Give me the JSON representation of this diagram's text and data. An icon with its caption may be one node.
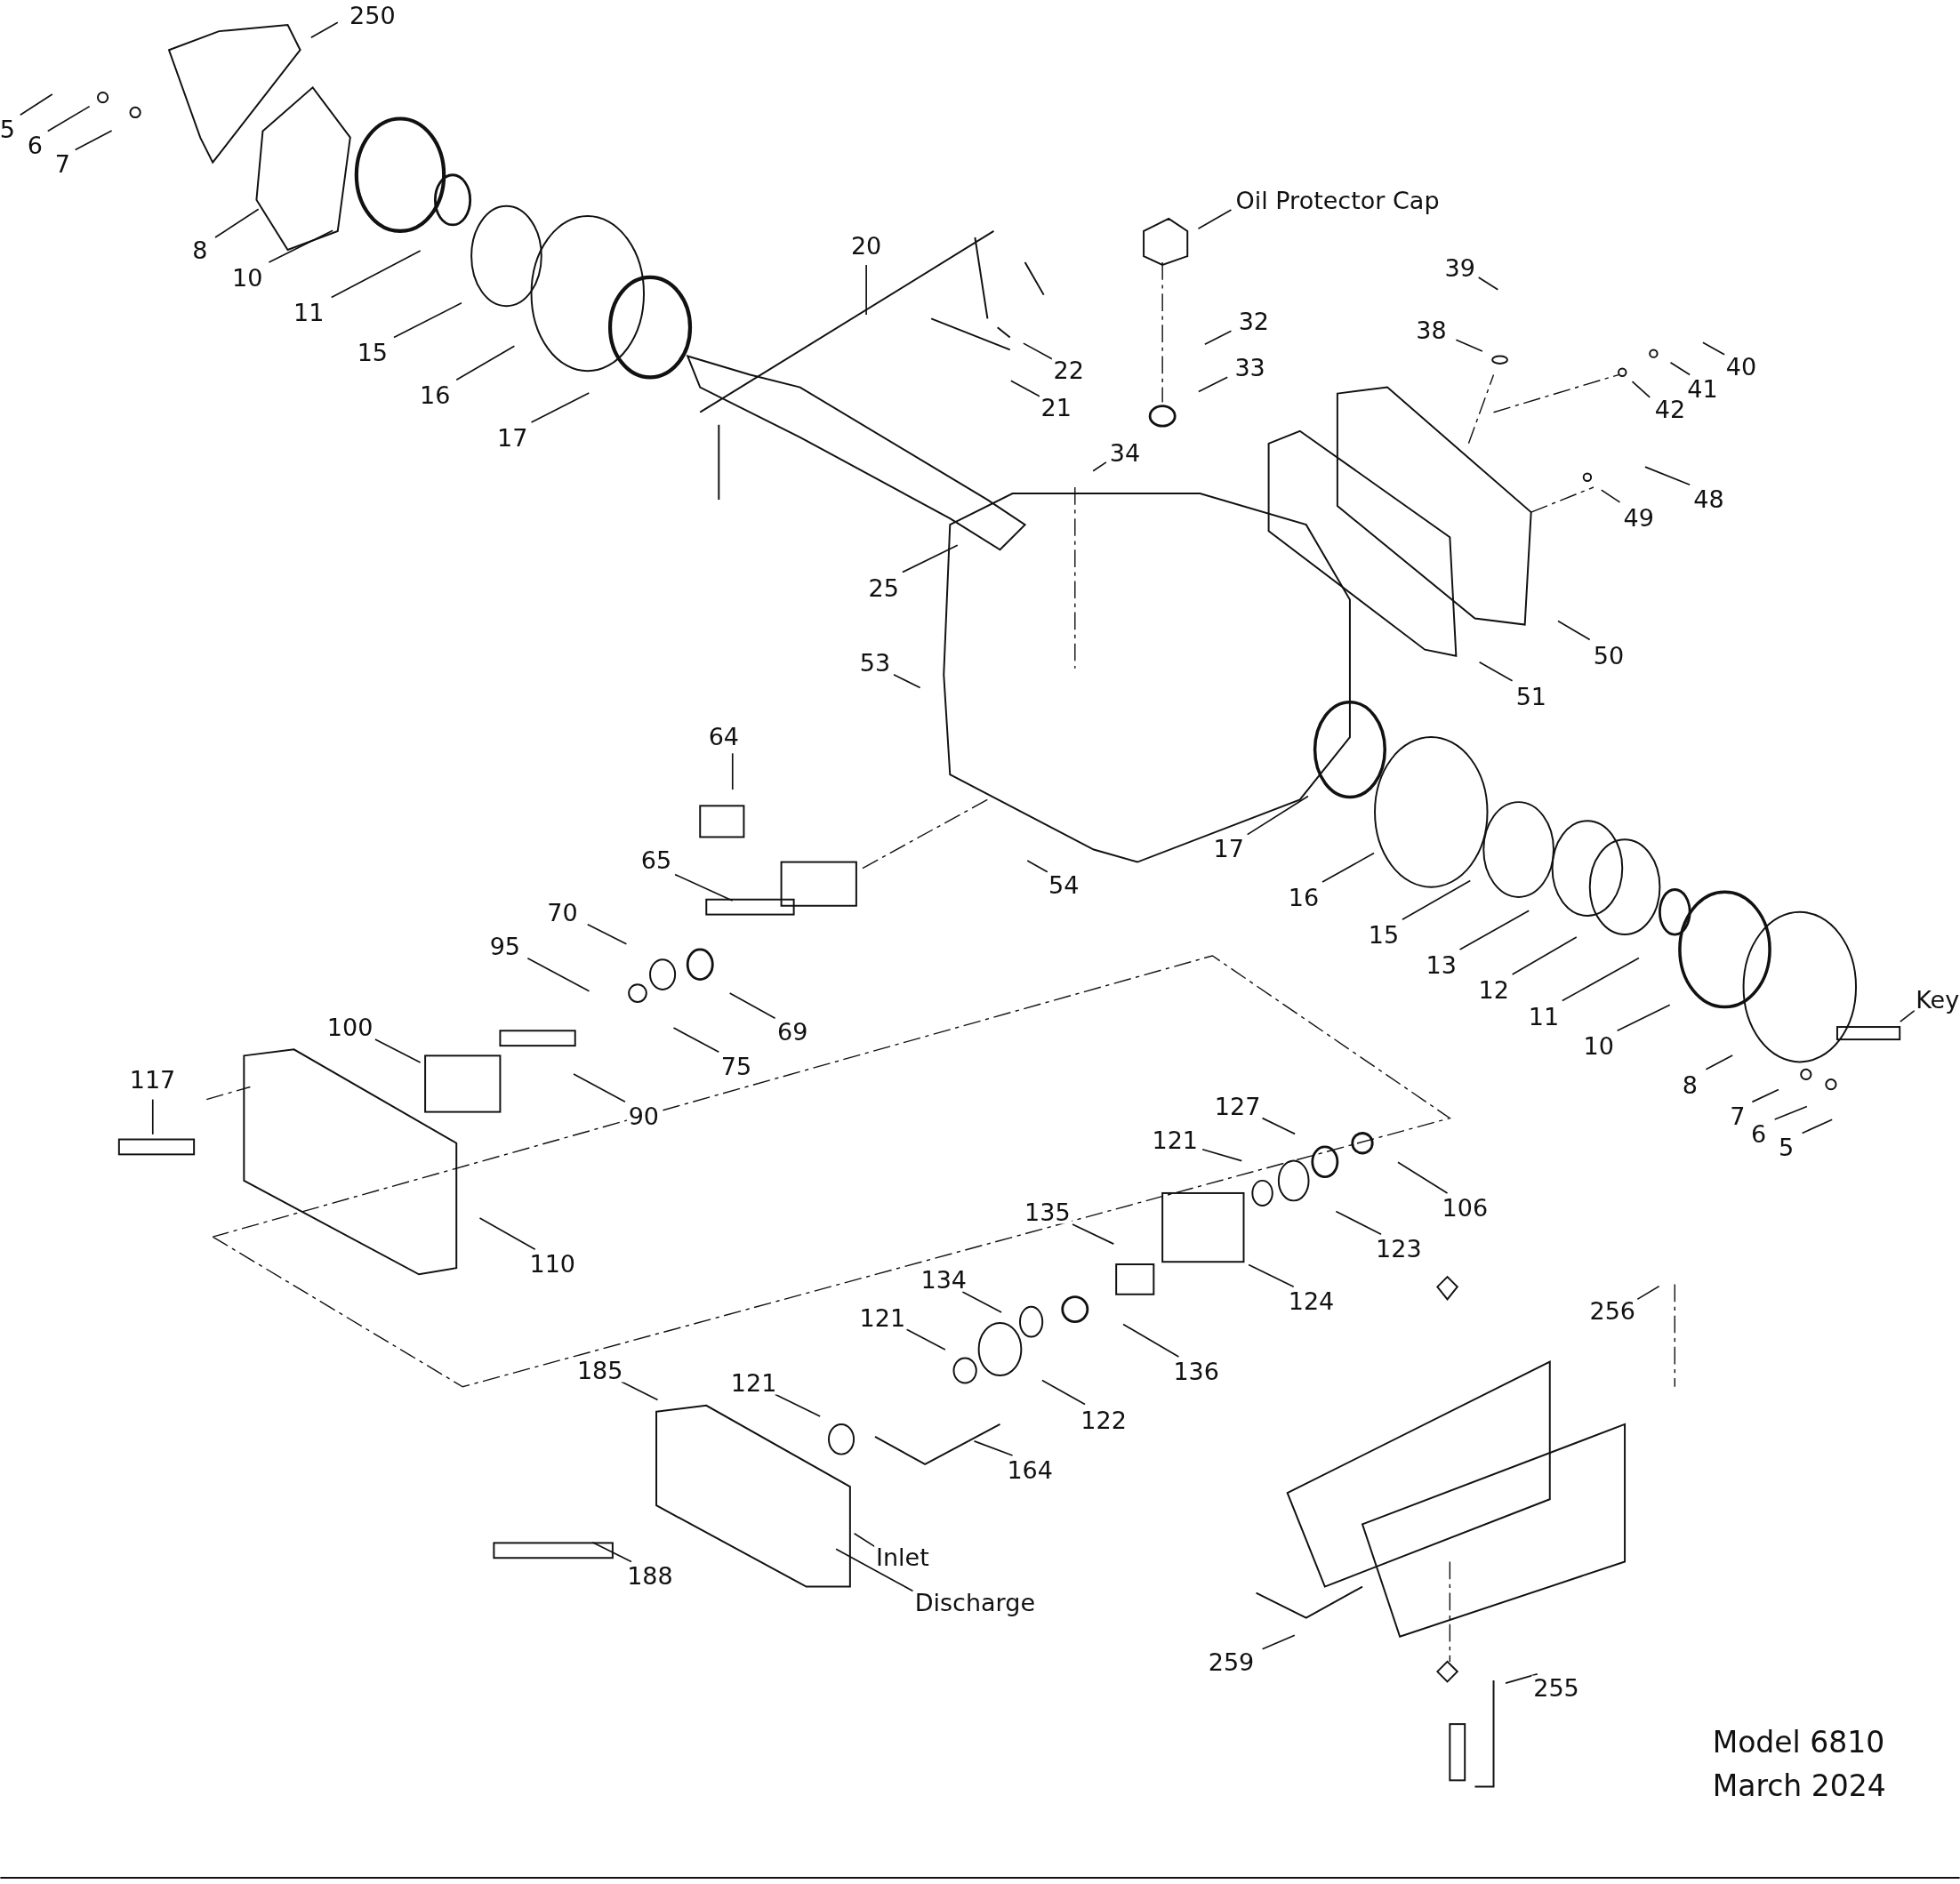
{
  "diagram": {
    "nodes": [
      {
        "text": [
          "250"
        ]
      },
      {
        "text": [
          "5"
        ]
      },
      {
        "text": [
          "6"
        ]
      },
      {
        "text": [
          "7"
        ]
      },
      {
        "text": [
          "8"
        ]
      },
      {
        "text": [
          "10"
        ]
      },
      {
        "text": [
          "11"
        ]
      },
      {
        "text": [
          "15"
        ]
      },
      {
        "text": [
          "16"
        ]
      },
      {
        "text": [
          "17"
        ]
      },
      {
        "text": [
          "20"
        ]
      },
      {
        "text": [
          "22"
        ]
      },
      {
        "text": [
          "21"
        ]
      },
      {
        "text": [
          "25"
        ]
      },
      {
        "text": [
          "Oil Protector Cap"
        ]
      },
      {
        "text": [
          "32"
        ]
      },
      {
        "text": [
          "33"
        ]
      },
      {
        "text": [
          "34"
        ]
      },
      {
        "text": [
          "39"
        ]
      },
      {
        "text": [
          "38"
        ]
      },
      {
        "text": [
          "40"
        ]
      },
      {
        "text": [
          "41"
        ]
      },
      {
        "text": [
          "42"
        ]
      },
      {
        "text": [
          "48"
        ]
      },
      {
        "text": [
          "49"
        ]
      },
      {
        "text": [
          "50"
        ]
      },
      {
        "text": [
          "51"
        ]
      },
      {
        "text": [
          "53"
        ]
      },
      {
        "text": [
          "64"
        ]
      },
      {
        "text": [
          "65"
        ]
      },
      {
        "text": [
          "54"
        ]
      },
      {
        "text": [
          "17"
        ]
      },
      {
        "text": [
          "16"
        ]
      },
      {
        "text": [
          "15"
        ]
      },
      {
        "text": [
          "13"
        ]
      },
      {
        "text": [
          "12"
        ]
      },
      {
        "text": [
          "11"
        ]
      },
      {
        "text": [
          "10"
        ]
      },
      {
        "text": [
          "Key"
        ]
      },
      {
        "text": [
          "8"
        ]
      },
      {
        "text": [
          "7"
        ]
      },
      {
        "text": [
          "6"
        ]
      },
      {
        "text": [
          "5"
        ]
      },
      {
        "text": [
          "70"
        ]
      },
      {
        "text": [
          "95"
        ]
      },
      {
        "text": [
          "69"
        ]
      },
      {
        "text": [
          "75"
        ]
      },
      {
        "text": [
          "100"
        ]
      },
      {
        "text": [
          "90"
        ]
      },
      {
        "text": [
          "117"
        ]
      },
      {
        "text": [
          "110"
        ]
      },
      {
        "text": [
          "127"
        ]
      },
      {
        "text": [
          "121"
        ]
      },
      {
        "text": [
          "106"
        ]
      },
      {
        "text": [
          "123"
        ]
      },
      {
        "text": [
          "135"
        ]
      },
      {
        "text": [
          "124"
        ]
      },
      {
        "text": [
          "134"
        ]
      },
      {
        "text": [
          "121"
        ]
      },
      {
        "text": [
          "136"
        ]
      },
      {
        "text": [
          "122"
        ]
      },
      {
        "text": [
          "185"
        ]
      },
      {
        "text": [
          "121"
        ]
      },
      {
        "text": [
          "164"
        ]
      },
      {
        "text": [
          "188"
        ]
      },
      {
        "text": [
          "Inlet"
        ]
      },
      {
        "text": [
          "Discharge"
        ]
      },
      {
        "text": [
          "256"
        ]
      },
      {
        "text": [
          "259"
        ]
      },
      {
        "text": [
          "255"
        ]
      }
    ],
    "edges": [
      {
        "from": 0,
        "to": null,
        "arrow": "none"
      },
      {
        "from": 1,
        "to": null,
        "arrow": "none"
      },
      {
        "from": 2,
        "to": null,
        "arrow": "none"
      },
      {
        "from": 3,
        "to": null,
        "arrow": "none"
      },
      {
        "from": 4,
        "to": null,
        "arrow": "none"
      },
      {
        "from": 5,
        "to": null,
        "arrow": "none"
      },
      {
        "from": 6,
        "to": null,
        "arrow": "none"
      },
      {
        "from": 7,
        "to": null,
        "arrow": "none"
      },
      {
        "from": 8,
        "to": null,
        "arrow": "none"
      },
      {
        "from": 9,
        "to": null,
        "arrow": "none"
      },
      {
        "from": 10,
        "to": null,
        "arrow": "none"
      },
      {
        "from": 11,
        "to": null,
        "arrow": "none"
      },
      {
        "from": 12,
        "to": null,
        "arrow": "none"
      },
      {
        "from": 13,
        "to": null,
        "arrow": "none"
      },
      {
        "from": 14,
        "to": null,
        "arrow": "none"
      },
      {
        "from": 15,
        "to": null,
        "arrow": "none"
      },
      {
        "from": 16,
        "to": null,
        "arrow": "none"
      },
      {
        "from": 17,
        "to": null,
        "arrow": "none"
      },
      {
        "from": 18,
        "to": null,
        "arrow": "none"
      },
      {
        "from": 19,
        "to": null,
        "arrow": "none"
      },
      {
        "from": 20,
        "to": null,
        "arrow": "none"
      },
      {
        "from": 21,
        "to": null,
        "arrow": "none"
      },
      {
        "from": 22,
        "to": null,
        "arrow": "none"
      },
      {
        "from": 23,
        "to": null,
        "arrow": "none"
      },
      {
        "from": 24,
        "to": null,
        "arrow": "none"
      },
      {
        "from": 25,
        "to": null,
        "arrow": "none"
      },
      {
        "from": 26,
        "to": null,
        "arrow": "none"
      },
      {
        "from": 27,
        "to": null,
        "arrow": "none"
      },
      {
        "from": 28,
        "to": null,
        "arrow": "none"
      },
      {
        "from": 29,
        "to": null,
        "arrow": "none"
      },
      {
        "from": 30,
        "to": null,
        "arrow": "none"
      },
      {
        "from": 31,
        "to": null,
        "arrow": "none"
      },
      {
        "from": 32,
        "to": null,
        "arrow": "none"
      },
      {
        "from": 33,
        "to": null,
        "arrow": "none"
      },
      {
        "from": 34,
        "to": null,
        "arrow": "none"
      },
      {
        "from": 35,
        "to": null,
        "arrow": "none"
      },
      {
        "from": 36,
        "to": null,
        "arrow": "none"
      },
      {
        "from": 37,
        "to": null,
        "arrow": "none"
      },
      {
        "from": 38,
        "to": null,
        "arrow": "none"
      },
      {
        "from": 39,
        "to": null,
        "arrow": "none"
      },
      {
        "from": 40,
        "to": null,
        "arrow": "none"
      },
      {
        "from": 41,
        "to": null,
        "arrow": "none"
      },
      {
        "from": 42,
        "to": null,
        "arrow": "none"
      },
      {
        "from": 43,
        "to": null,
        "arrow": "none"
      },
      {
        "from": 44,
        "to": null,
        "arrow": "none"
      },
      {
        "from": 45,
        "to": null,
        "arrow": "none"
      },
      {
        "from": 46,
        "to": null,
        "arrow": "none"
      },
      {
        "from": 47,
        "to": null,
        "arrow": "none"
      },
      {
        "from": 48,
        "to": null,
        "arrow": "none"
      },
      {
        "from": 49,
        "to": null,
        "arrow": "none"
      },
      {
        "from": 50,
        "to": null,
        "arrow": "none"
      },
      {
        "from": 51,
        "to": null,
        "arrow": "none"
      },
      {
        "from": 52,
        "to": null,
        "arrow": "none"
      },
      {
        "from": 53,
        "to": null,
        "arrow": "none"
      },
      {
        "from": 54,
        "to": null,
        "arrow": "none"
      },
      {
        "from": 55,
        "to": null,
        "arrow": "none"
      },
      {
        "from": 56,
        "to": null,
        "arrow": "none"
      },
      {
        "from": 57,
        "to": null,
        "arrow": "none"
      },
      {
        "from": 58,
        "to": null,
        "arrow": "none"
      },
      {
        "from": 59,
        "to": null,
        "arrow": "none"
      },
      {
        "from": 60,
        "to": null,
        "arrow": "none"
      },
      {
        "from": 61,
        "to": null,
        "arrow": "none"
      },
      {
        "from": 62,
        "to": null,
        "arrow": "none"
      },
      {
        "from": 63,
        "to": null,
        "arrow": "none"
      },
      {
        "from": 64,
        "to": null,
        "arrow": "none"
      },
      {
        "from": 65,
        "to": null,
        "arrow": "none"
      },
      {
        "from": 66,
        "to": null,
        "arrow": "none"
      },
      {
        "from": 67,
        "to": null,
        "arrow": "none"
      },
      {
        "from": 68,
        "to": null,
        "arrow": "none"
      },
      {
        "from": 69,
        "to": null,
        "arrow": "none"
      }
    ],
    "labels": [
      "Model 6810",
      "March 2024"
    ]
  }
}
